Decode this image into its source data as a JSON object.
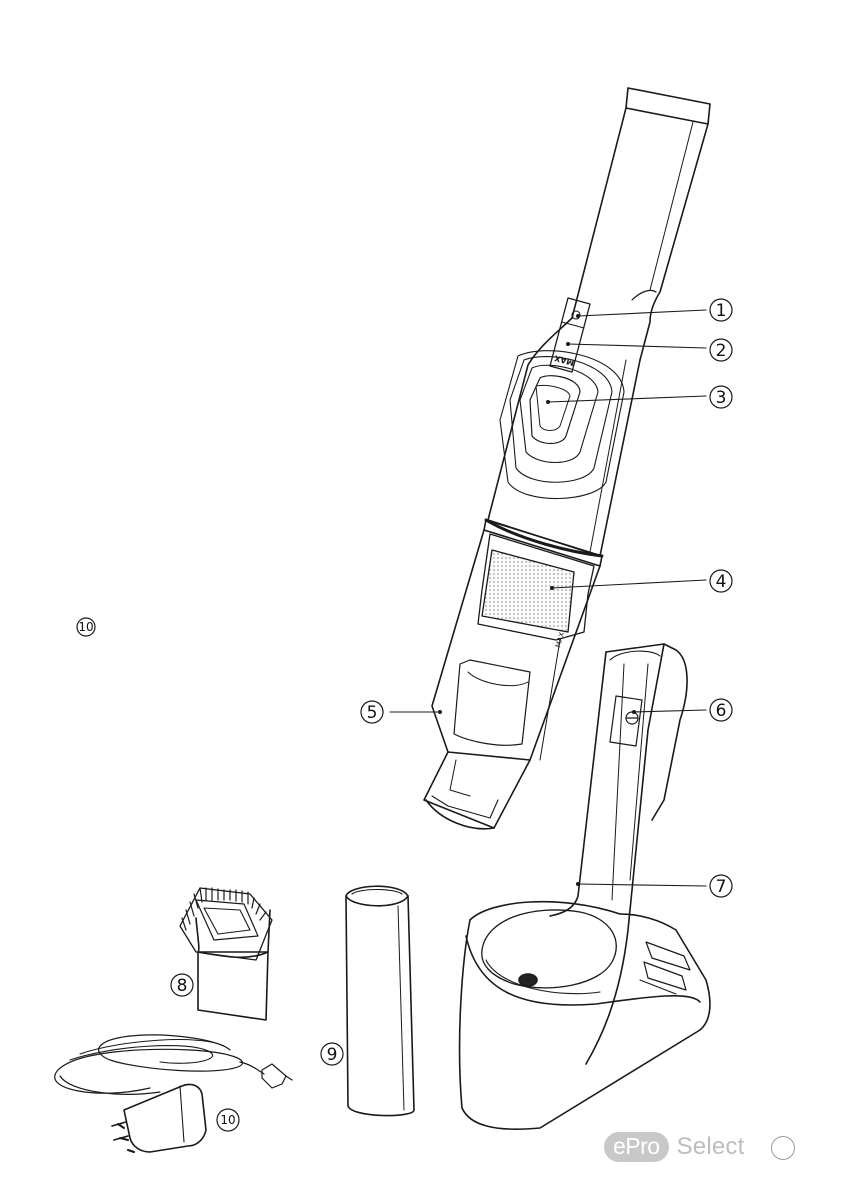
{
  "callouts": [
    {
      "id": 1,
      "label": "1"
    },
    {
      "id": 2,
      "label": "2"
    },
    {
      "id": 3,
      "label": "3"
    },
    {
      "id": 4,
      "label": "4"
    },
    {
      "id": 5,
      "label": "5"
    },
    {
      "id": 6,
      "label": "6"
    },
    {
      "id": 7,
      "label": "7"
    },
    {
      "id": 8,
      "label": "8"
    },
    {
      "id": 9,
      "label": "9"
    },
    {
      "id": 10,
      "label": "10"
    }
  ],
  "stray_label": "10",
  "device_text": {
    "max_button": "MAX",
    "level_marks": "MAX"
  },
  "brand": {
    "pill": "ePro",
    "word": "Select"
  },
  "colors": {
    "line": "#1a1a1a",
    "brand_gray": "#bdbdbd",
    "mesh": "#d9d9d9"
  }
}
